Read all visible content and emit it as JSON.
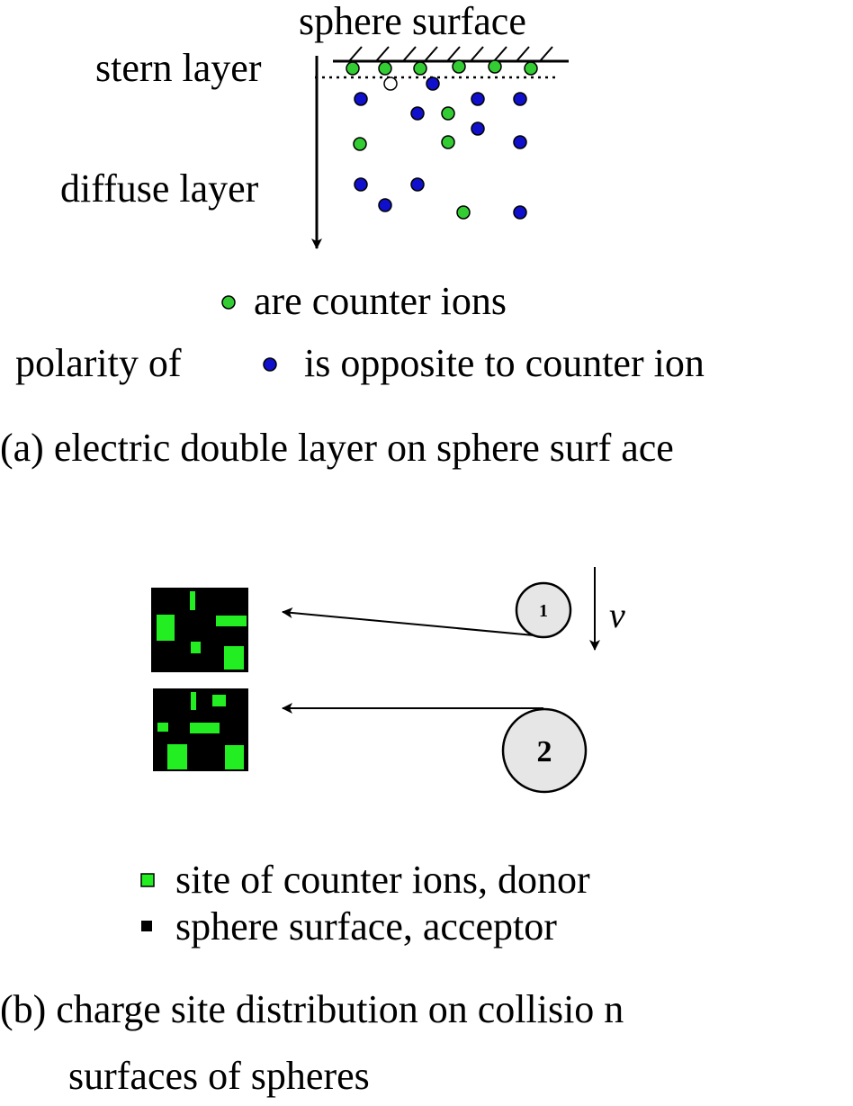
{
  "panel_a": {
    "labels": {
      "sphere_surface": "sphere surface",
      "stern_layer": "stern layer",
      "diffuse_layer": "diffuse layer"
    },
    "legend": {
      "counter_ions": "are counter ions",
      "polarity_prefix": "polarity of",
      "polarity_suffix": "is opposite to counter  ion"
    },
    "caption": "(a) electric double layer on sphere surf ace"
  },
  "panel_b": {
    "sphere_1_label": "1",
    "sphere_2_label": "2",
    "velocity_label": "v",
    "legend": {
      "donor": "site of  counter ions,  donor",
      "acceptor": "sphere surface,  acceptor"
    },
    "caption_line1": "(b) charge site distribution on collisio n",
    "caption_line2": "surfaces of spheres"
  },
  "colors": {
    "counter_ion": "#33cc33",
    "opposite_ion": "#1010cc",
    "site_green": "#22ee22",
    "surface_black": "#000000",
    "sphere_fill": "#e6e6e6"
  }
}
